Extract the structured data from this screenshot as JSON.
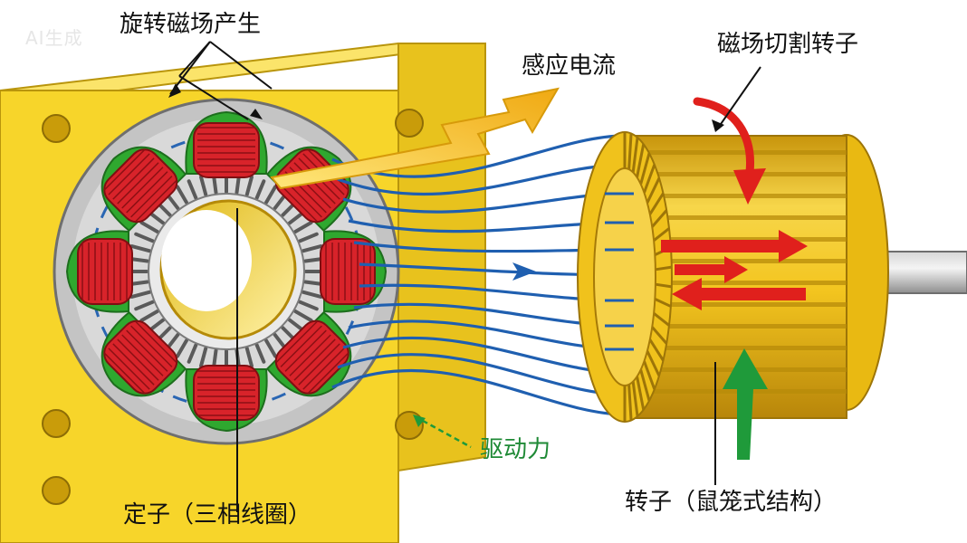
{
  "watermark": "AI生成",
  "labels": {
    "rotating_field": "旋转磁场产生",
    "induced_current": "感应电流",
    "field_cuts_rotor": "磁场切割转子",
    "driving_force": "驱动力",
    "stator": "定子（三相线圈）",
    "rotor": "转子（鼠笼式结构）"
  },
  "colors": {
    "frame_yellow": "#f7d52a",
    "frame_edge": "#c9a40e",
    "coil_red": "#d8232a",
    "coil_green": "#2fa82f",
    "field_blue": "#1f5fb0",
    "rotor_gold": "#f2c21b",
    "arrow_red": "#e0201c",
    "arrow_green": "#1f9a3a",
    "current_arrow": "#f2b61a"
  }
}
